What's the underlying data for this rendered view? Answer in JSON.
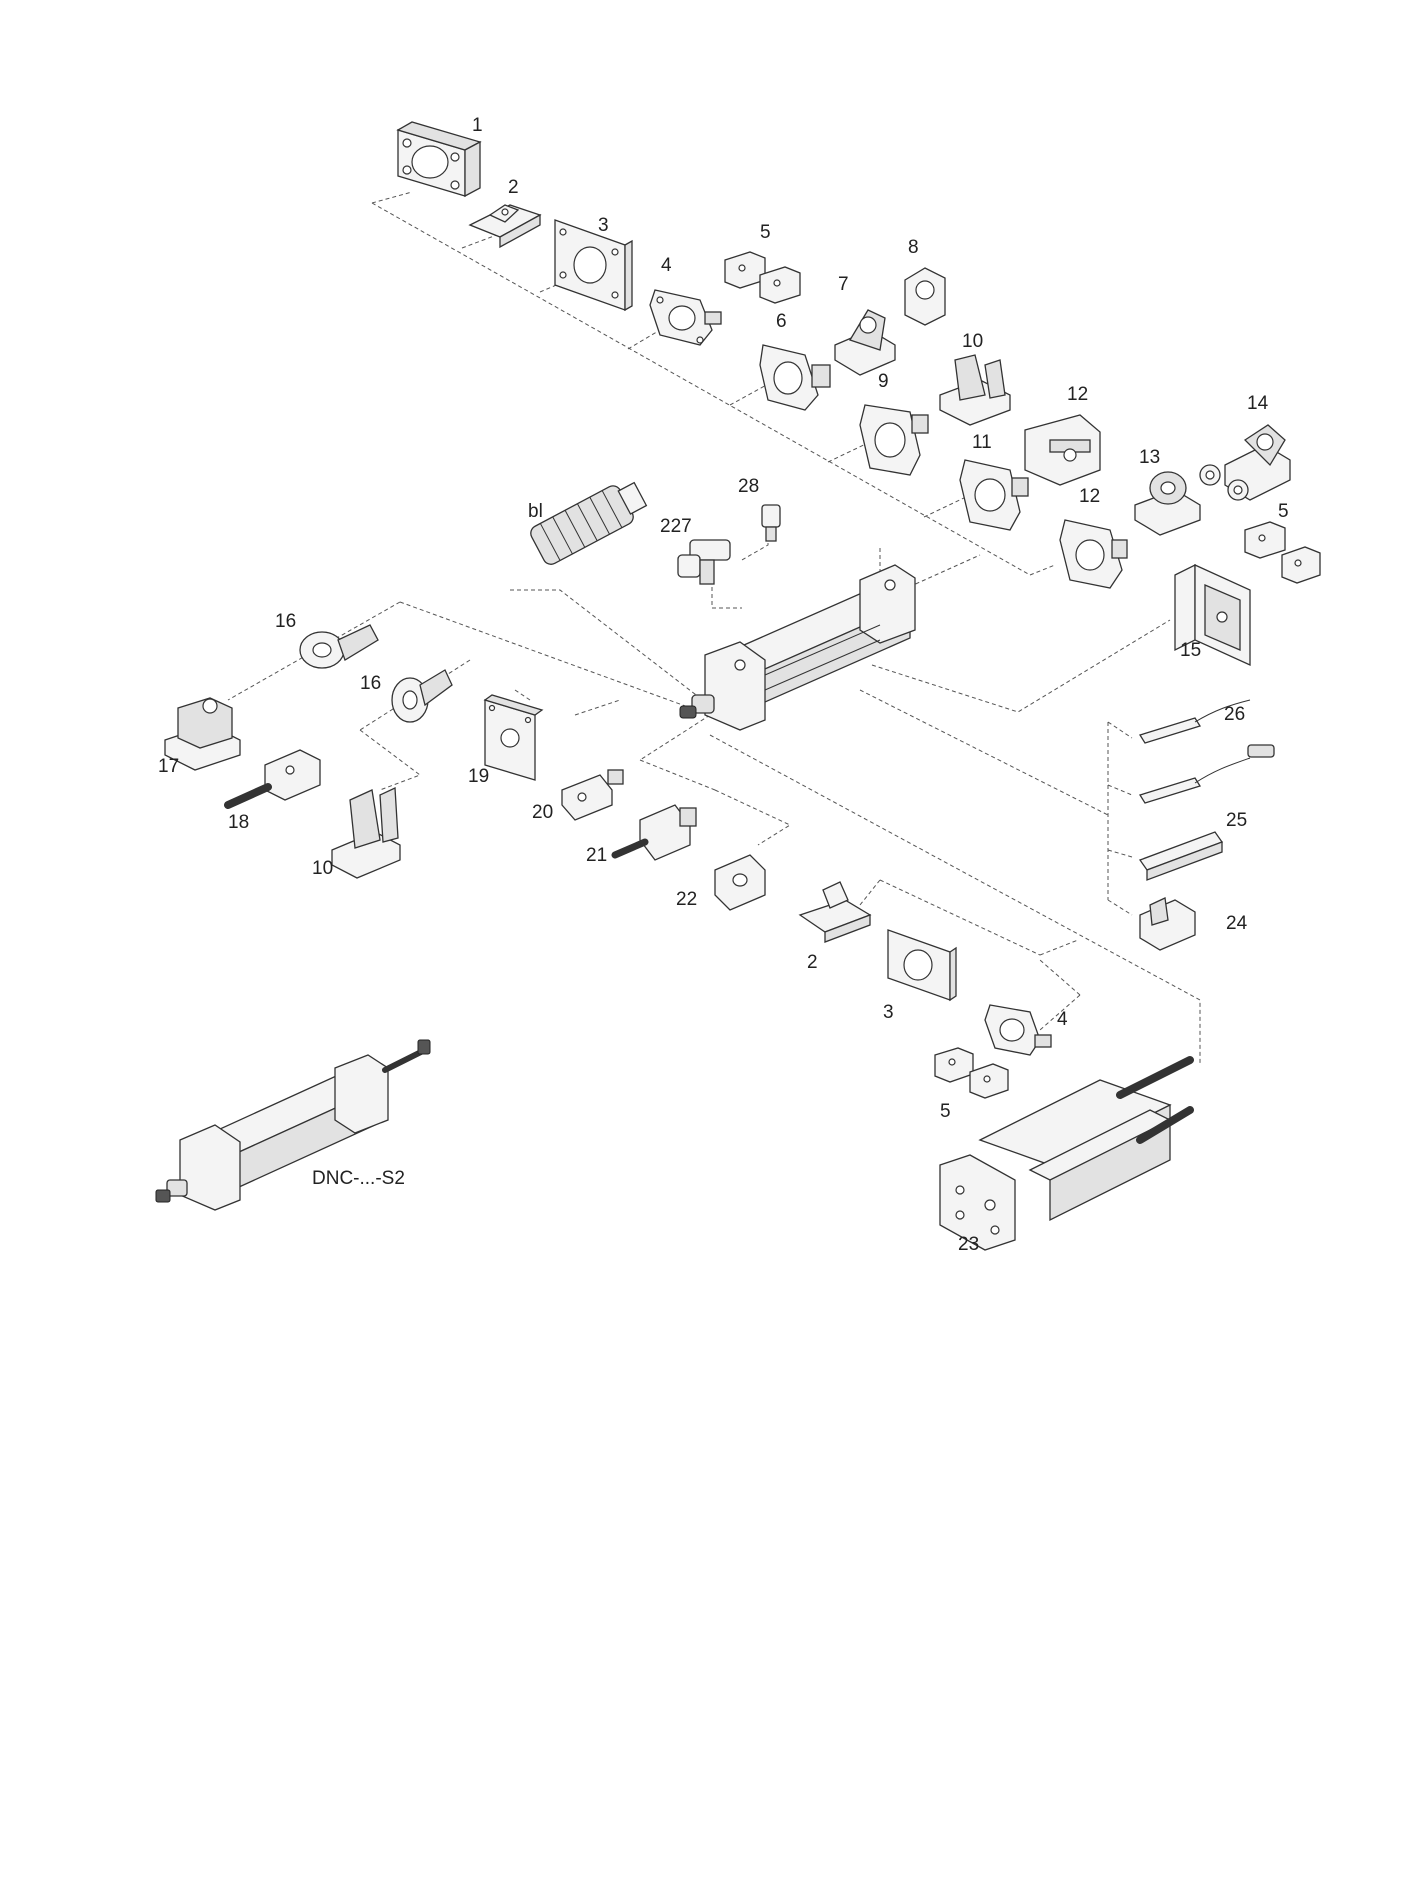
{
  "labels": {
    "p1": "1",
    "p2_top": "2",
    "p3_top": "3",
    "p4_top": "4",
    "p5_top": "5",
    "p6": "6",
    "p7": "7",
    "p8": "8",
    "p9": "9",
    "p10_top": "10",
    "p11": "11",
    "p12_top": "12",
    "p12_mid": "12",
    "p13": "13",
    "p14": "14",
    "p5_right": "5",
    "p15": "15",
    "p16_a": "16",
    "p16_b": "16",
    "p17": "17",
    "p18": "18",
    "p10_left": "10",
    "p19": "19",
    "p20": "20",
    "p21": "21",
    "p22": "22",
    "bl": "bl",
    "p227": "227",
    "p28": "28",
    "p26": "26",
    "p25": "25",
    "p24": "24",
    "p2_bottom": "2",
    "p3_bottom": "3",
    "p4_bottom": "4",
    "p5_bottom": "5",
    "p23": "23",
    "variant": "DNC-...-S2"
  }
}
